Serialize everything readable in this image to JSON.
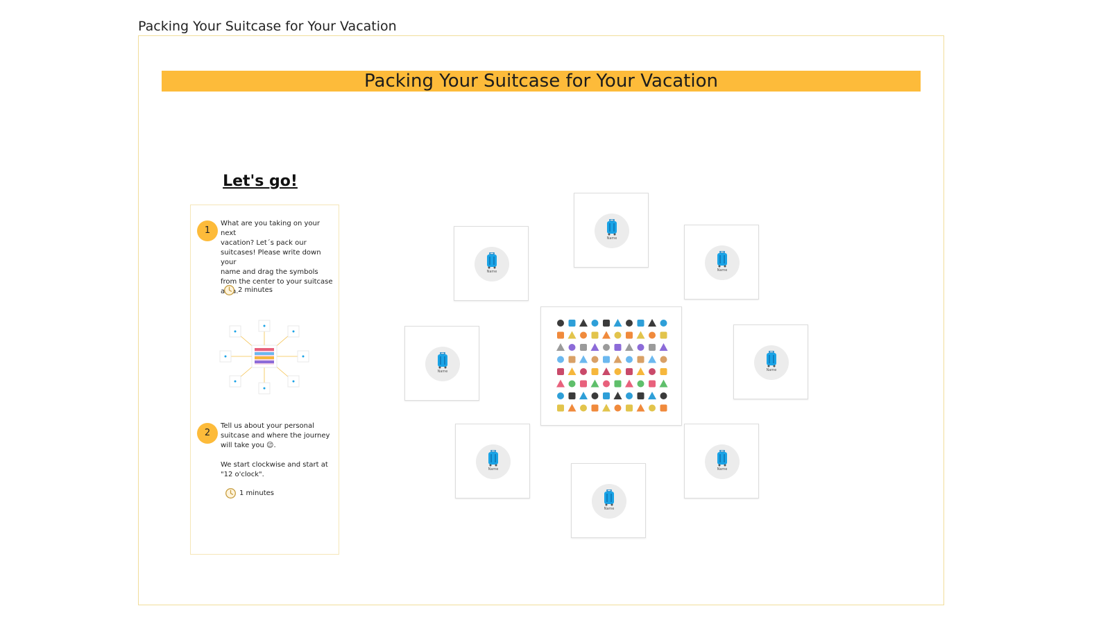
{
  "frame_title": "Packing Your Suitcase for Your Vacation",
  "banner_title": "Packing Your Suitcase for Your Vacation",
  "lets_go": "Let's go!",
  "steps": [
    {
      "number": "1",
      "text": "What are you taking on your next\n vacation? Let´s pack our\nsuitcases! Please write down your\n name and drag the symbols\nfrom the center to your suitcase\narea.",
      "duration": "2 minutes"
    },
    {
      "number": "2",
      "text": "Tell us about your personal\nsuitcase and where the journey\nwill take you 😉.\n\nWe start clockwise and start at\n\"12 o'clock\".",
      "duration": "1 minutes"
    }
  ],
  "suitcase_cards": [
    {
      "name_label": "Name"
    },
    {
      "name_label": "Name"
    },
    {
      "name_label": "Name"
    },
    {
      "name_label": "Name"
    },
    {
      "name_label": "Name"
    },
    {
      "name_label": "Name"
    },
    {
      "name_label": "Name"
    },
    {
      "name_label": "Name"
    }
  ],
  "colors": {
    "banner": "#fdbb3a",
    "badge": "#fdbb3a",
    "suitcase": "#1aa3e6",
    "frame_border": "#f1dd9a"
  },
  "icons": {
    "suitcase": "luggage-icon",
    "timer": "clock-icon",
    "sticker_palette": "vacation-items-icon-grid"
  }
}
